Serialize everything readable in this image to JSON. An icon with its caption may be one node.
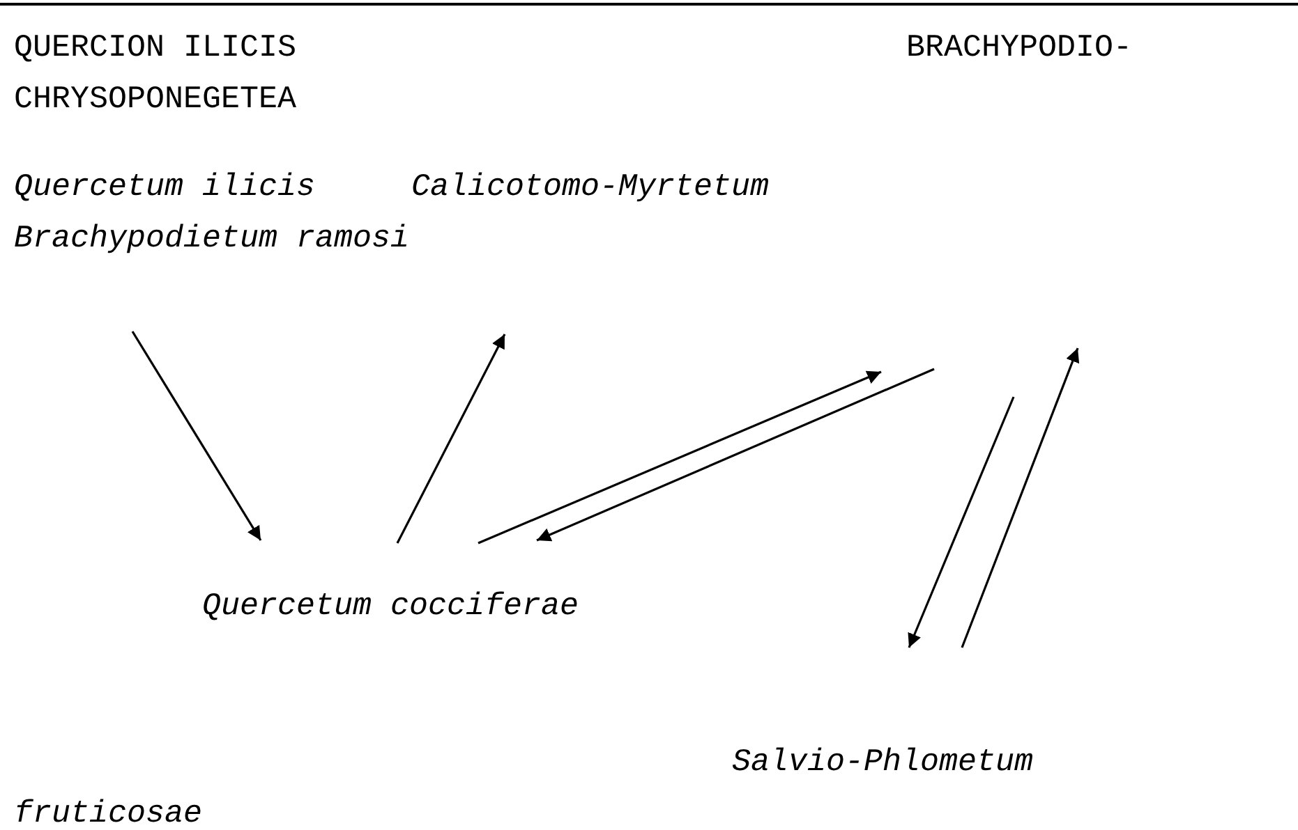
{
  "diagram": {
    "nodes": [
      {
        "text": [
          "Quercetum ilicis"
        ]
      },
      {
        "text": [
          "Calicotomo-Myrtetum"
        ]
      },
      {
        "text": [
          "Brachypodietum ramosi"
        ]
      },
      {
        "text": [
          "Quercetum cocciferae"
        ]
      },
      {
        "text": [
          "Salvio-Phlometum fruticosae"
        ]
      }
    ],
    "edges": [
      {
        "from": 2,
        "to": 3,
        "arrow": "to"
      },
      {
        "from": 3,
        "to": null,
        "arrow": "to"
      },
      {
        "from": 3,
        "to": null,
        "arrow": "to"
      },
      {
        "from": null,
        "to": 3,
        "arrow": "to"
      },
      {
        "from": null,
        "to": 4,
        "arrow": "to"
      },
      {
        "from": 4,
        "to": null,
        "arrow": "to"
      }
    ],
    "labels": [
      "QUERCION ILICIS",
      "BRACHYPODIO- CHRYSOPONEGETEA"
    ]
  }
}
